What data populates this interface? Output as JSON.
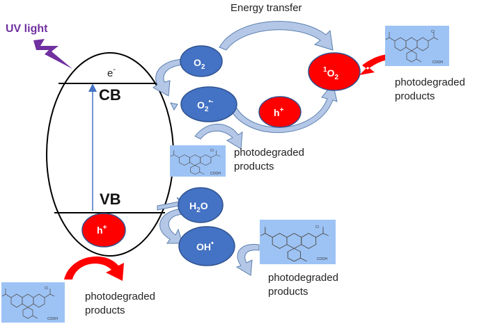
{
  "labels": {
    "uv_light": "UV light",
    "energy_transfer": "Energy transfer",
    "electron": "e",
    "electron_sup": "-",
    "cb": "CB",
    "vb": "VB",
    "photodegraded": "photodegraded",
    "products": "products",
    "cooh": "COOH",
    "cl": "Cl"
  },
  "species": {
    "o2": "O",
    "o2_sub": "2",
    "superoxide": "O",
    "superoxide_sub": "2",
    "superoxide_sup": "•-",
    "singlet_sup": "1",
    "singlet": "O",
    "singlet_sub": "2",
    "hole": "h",
    "hole_sup": "+",
    "h2o_h": "H",
    "h2o_sub": "2",
    "h2o_o": "O",
    "oh": "OH",
    "oh_sup": "•"
  },
  "colors": {
    "blue_species": "#4472c4",
    "red_species": "#ff0000",
    "arrow_fill": "#b4c7e7",
    "arrow_stroke": "#5b7fae",
    "molecule_bg": "#9dc3f5",
    "uv_purple": "#7030a0",
    "excitation_line": "#4472c4"
  }
}
